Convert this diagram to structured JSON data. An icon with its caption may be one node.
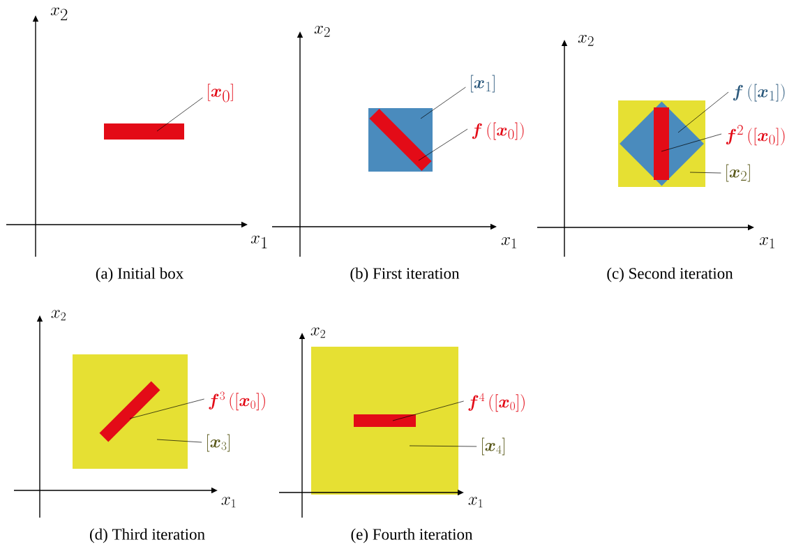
{
  "diagram": {
    "nodes": [
      {
        "text": [
          "\\left[\\boldsymbol{x}_0\\right]"
        ]
      },
      {
        "text": [],
        "shape": "box"
      },
      {
        "text": [
          "\\left[\\boldsymbol{x}_1\\right]"
        ]
      },
      {
        "text": [
          "\\boldsymbol{f}\\left(\\left[\\boldsymbol{x}_0\\right]\\right)"
        ]
      },
      {
        "text": [],
        "shape": "box"
      },
      {
        "text": [],
        "shape": "bar",
        "in": 4
      },
      {
        "text": [
          "\\boldsymbol{f}\\left(\\left[\\boldsymbol{x}_1\\right]\\right)"
        ]
      },
      {
        "text": [
          "\\boldsymbol{f}^{2}\\left(\\left[\\boldsymbol{x}_0\\right]\\right)"
        ]
      },
      {
        "text": [
          "\\left[\\boldsymbol{x}_2\\right]"
        ]
      },
      {
        "text": [],
        "shape": "box"
      },
      {
        "text": [],
        "shape": "diamond",
        "in": 9
      },
      {
        "text": [],
        "shape": "bar",
        "in": 10
      },
      {
        "text": [
          "\\boldsymbol{f}^{3}\\left(\\left[\\boldsymbol{x}_0\\right]\\right)"
        ]
      },
      {
        "text": [
          "\\left[\\boldsymbol{x}_3\\right]"
        ]
      },
      {
        "text": [],
        "shape": "box"
      },
      {
        "text": [],
        "shape": "bar",
        "in": 14
      },
      {
        "text": [
          "\\boldsymbol{f}^{4}\\left(\\left[\\boldsymbol{x}_0\\right]\\right)"
        ]
      },
      {
        "text": [
          "\\left[\\boldsymbol{x}_4\\right]"
        ]
      },
      {
        "text": [],
        "shape": "box"
      },
      {
        "text": [],
        "shape": "bar",
        "in": 18
      }
    ],
    "edges": [
      {
        "from": 0,
        "to": 1,
        "arrow": "none"
      },
      {
        "from": 2,
        "to": 4,
        "arrow": "none"
      },
      {
        "from": 3,
        "to": 5,
        "arrow": "none"
      },
      {
        "from": 6,
        "to": 10,
        "arrow": "none"
      },
      {
        "from": 7,
        "to": 11,
        "arrow": "none"
      },
      {
        "from": 8,
        "to": 9,
        "arrow": "none"
      },
      {
        "from": 12,
        "to": 15,
        "arrow": "none"
      },
      {
        "from": 13,
        "to": 14,
        "arrow": "none"
      },
      {
        "from": 16,
        "to": 19,
        "arrow": "none"
      },
      {
        "from": 17,
        "to": 18,
        "arrow": "none"
      }
    ],
    "labels": [
      "x_2",
      "x_1",
      "(a) Initial box",
      "x_2",
      "x_1",
      "(b) First iteration",
      "x_2",
      "x_1",
      "(c) Second iteration",
      "x_2",
      "x_1",
      "(d) Third iteration",
      "x_2",
      "x_1",
      "(e) Fourth iteration"
    ]
  }
}
